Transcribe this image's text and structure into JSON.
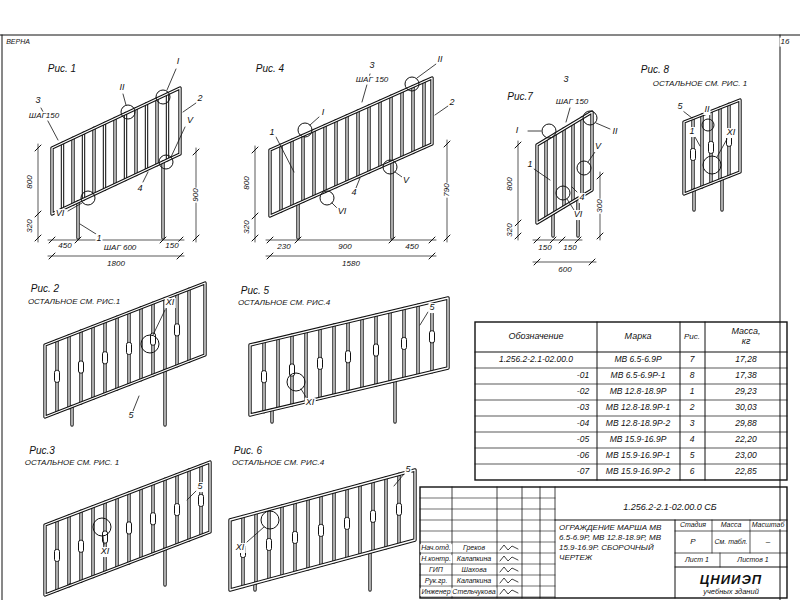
{
  "diagram": {
    "labels": [
      "ВЕРНА",
      "16",
      "Рис. 1",
      "II",
      "I",
      "3",
      "ШАГ150",
      "2",
      "V",
      "4",
      "900",
      "800",
      "VI",
      "320",
      "450",
      "1",
      "ШАГ 600",
      "150",
      "1800",
      "Рис. 4",
      "3",
      "ШАГ 150",
      "II",
      "2",
      "1",
      "I",
      "4",
      "V",
      "790",
      "800",
      "VI",
      "320",
      "230",
      "900",
      "450",
      "1580",
      "Рис.7",
      "3",
      "ШАГ 150",
      "I",
      "II",
      "1",
      "V",
      "800",
      "4",
      "300",
      "VI",
      "320",
      "150",
      "150",
      "600",
      "Рис. 8",
      "ОСТАЛЬНОЕ СМ. РИС. 1",
      "5",
      "II",
      "1",
      "XI",
      "Рис. 2",
      "ОСТАЛЬНОЕ СМ. РИС.1",
      "XI",
      "5",
      "Рис. 5",
      "ОСТАЛЬНОЕ СМ. РИС.4",
      "5",
      "XI",
      "Рис.3",
      "ОСТАЛЬНОЕ СМ. РИС. 1",
      "5",
      "XI",
      "Рис. 6",
      "ОСТАЛЬНОЕ СМ. РИС.4",
      "5",
      "XI",
      "Обозначение",
      "Марка",
      "Рис.",
      "Масса, кг",
      "1.256.2-2.1-02.00.0",
      "МВ 6.5-6.9Р",
      "7",
      "17,28",
      "-01",
      "МВ 6.5-6.9Р-1",
      "8",
      "17,38",
      "-02",
      "МВ 12.8-18.9Р",
      "1",
      "29,23",
      "-03",
      "МВ 12.8-18.9Р-1",
      "2",
      "30,03",
      "-04",
      "МВ 12.8-18.9Р-2",
      "3",
      "29,88",
      "-05",
      "МВ 15.9-16.9Р",
      "4",
      "22,20",
      "-06",
      "МВ 15.9-16.9Р-1",
      "5",
      "23,00",
      "-07",
      "МВ 15.9-16.9Р-2",
      "6",
      "22,85",
      "1.256.2-2.1-02.00.0 СБ",
      "Нач.отд.",
      "Греков",
      "Н.контр.",
      "Калапкина",
      "ГИП",
      "Шахова",
      "Рук.гр.",
      "Калапкина",
      "Инженер",
      "Стельчукова",
      "ОГРАЖДЕНИЕ МАРША МВ 6.5-6.9Р, МВ 12.8-18.9Р, МВ 15.9-16.9Р. СБОРОЧНЫЙ ЧЕРТЕЖ",
      "Стадия",
      "Масса",
      "Масштаб",
      "Р",
      "См. табл.",
      "–",
      "Лист 1",
      "Листов 1",
      "ЦНИИЭП",
      "учебных зданий"
    ]
  }
}
